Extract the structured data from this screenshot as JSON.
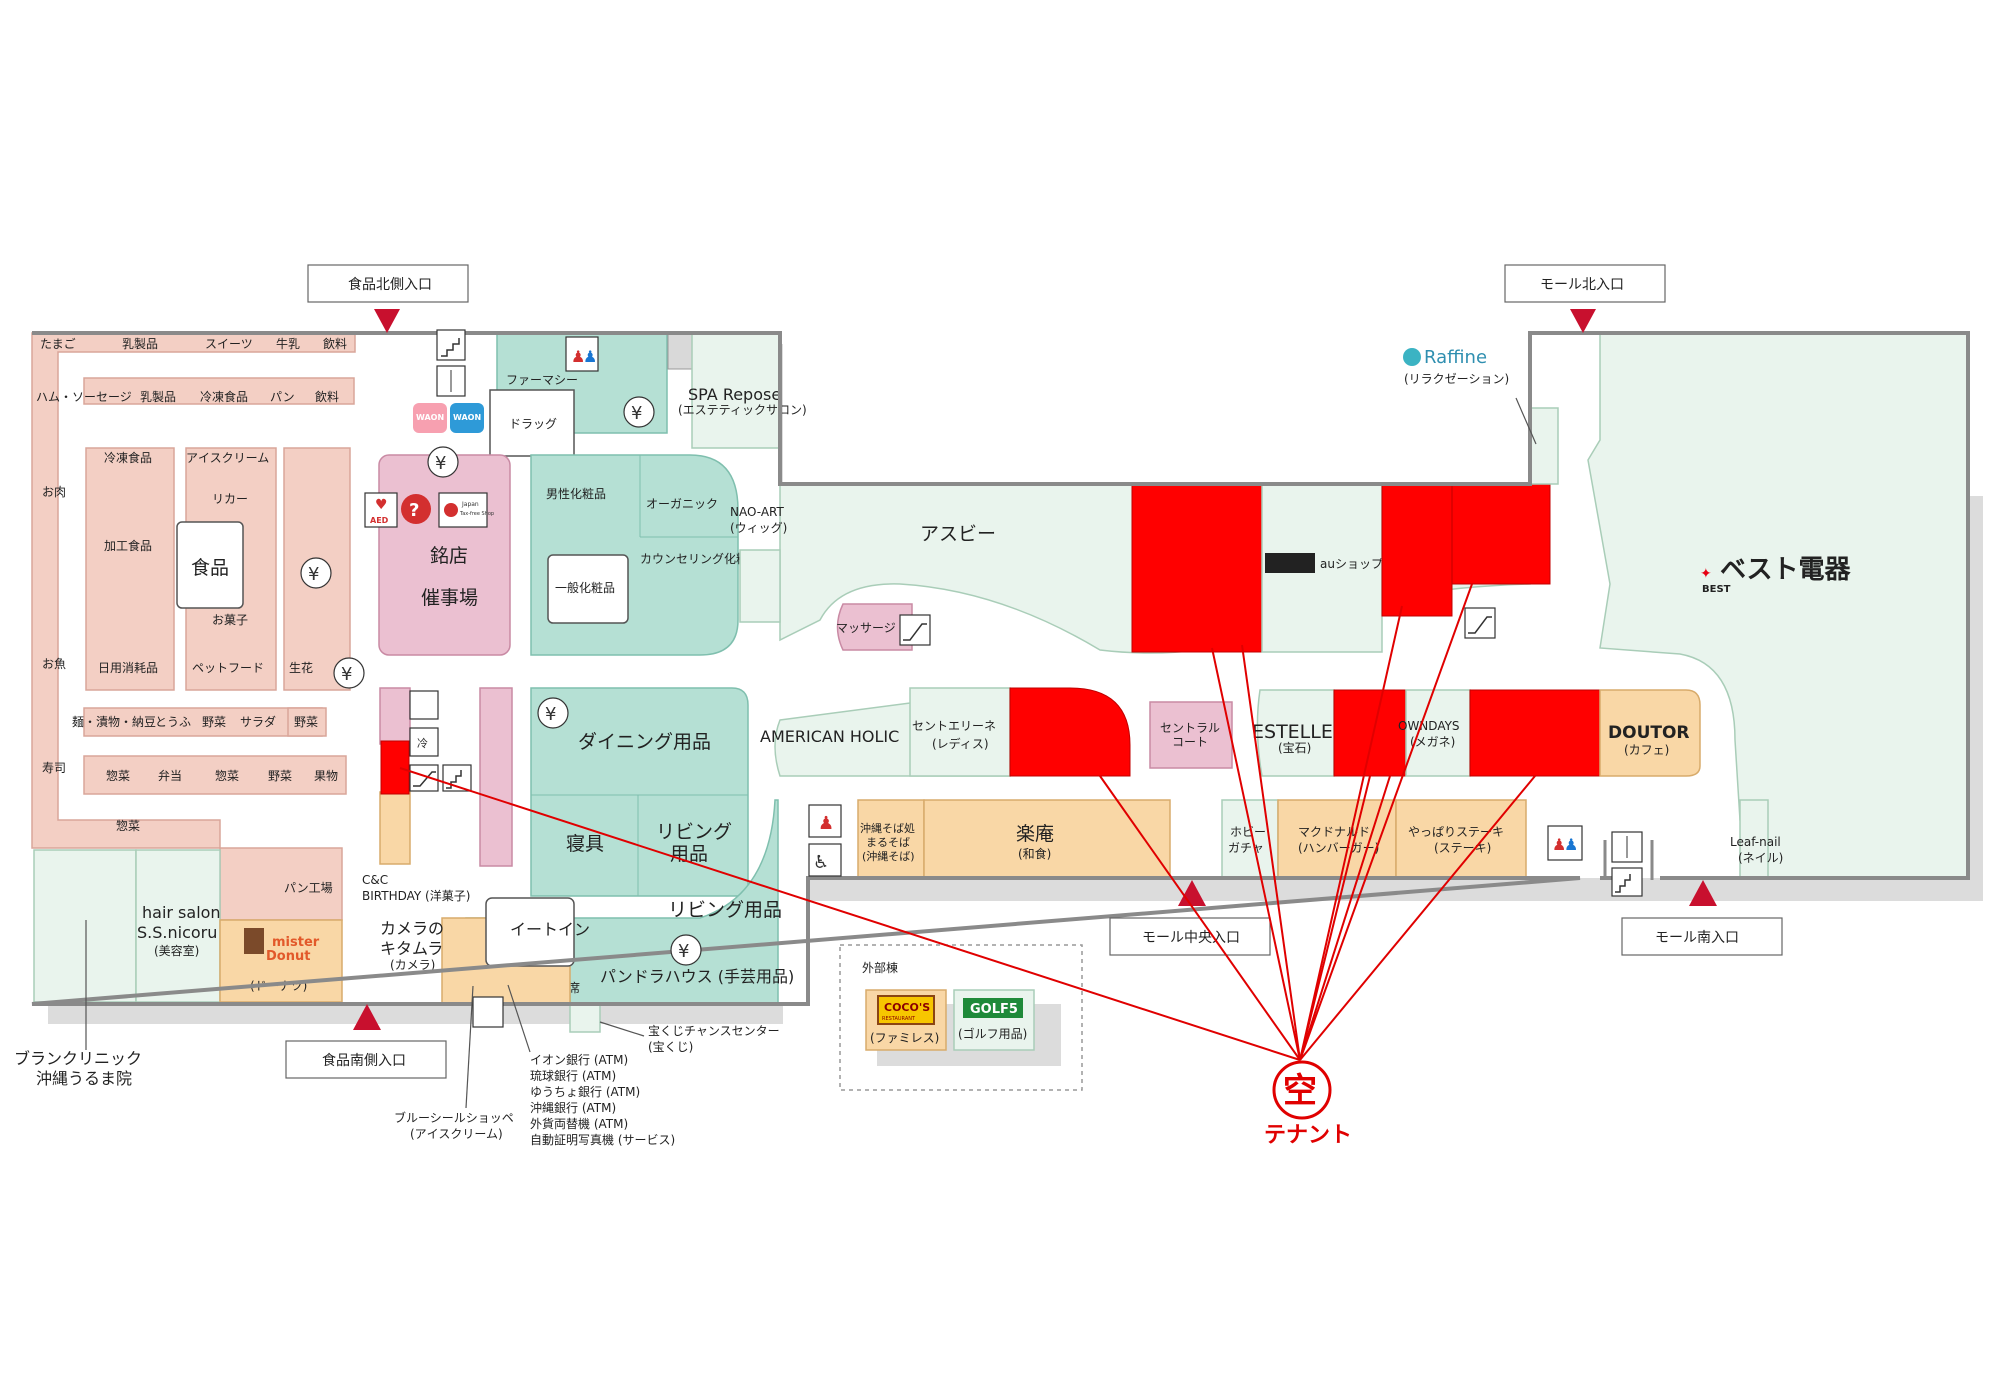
{
  "entrances": {
    "food_north": "食品北側入口",
    "mall_north": "モール北入口",
    "mall_center": "モール中央入口",
    "mall_south": "モール南入口",
    "food_south": "食品南側入口"
  },
  "food_section": {
    "top_row": [
      "たまご",
      "乳製品",
      "スイーツ",
      "牛乳",
      "飲料"
    ],
    "second_row": [
      "ハム・ソーセージ",
      "乳製品",
      "冷凍食品",
      "パン",
      "飲料"
    ],
    "col1": [
      "冷凍食品",
      "加工食品",
      "日用消耗品"
    ],
    "col2": [
      "アイスクリーム",
      "リカー",
      "お菓子",
      "ペットフード"
    ],
    "center_label": "食品",
    "fresh": "生花",
    "left_side": [
      "お肉",
      "お魚",
      "寿司"
    ],
    "row_a": [
      "麺・漬物・納豆",
      "とうふ",
      "野菜",
      "サラダ",
      "野菜"
    ],
    "row_b": [
      "惣菜",
      "弁当",
      "惣菜",
      "野菜",
      "果物"
    ],
    "souzai": "惣菜",
    "bakery": "パン工場"
  },
  "stores": {
    "pharmacy": "ファーマシー",
    "drug": "ドラッグ",
    "spa": "SPA Repose",
    "spa_sub": "(エステティックサロン)",
    "meiten1": "銘店",
    "meiten2": "催事場",
    "mens_cosme": "男性化粧品",
    "organic": "オーガニック",
    "counseling": "カウンセリング化粧品",
    "general_cosme": "一般化粧品",
    "nao_art": "NAO-ART",
    "nao_art_sub": "(ウィッグ)",
    "asbee": "アスビー",
    "massage": "マッサージ",
    "raffine_sub": "(リラクゼーション)",
    "raffine": "Raffine",
    "au": "auショップ",
    "best_denki": "ベスト電器",
    "best_small": "BEST",
    "dining": "ダイニング用品",
    "bedding": "寝具",
    "living1": "リビング",
    "living1b": "用品",
    "living2": "リビング用品",
    "american_holic": "AMERICAN HOLIC",
    "centre_ne": "セントエリーネ",
    "centre_ne_sub": "(レディス)",
    "central_court1": "セントラル",
    "central_court2": "コート",
    "estelle": "ESTELLE",
    "estelle_sub": "(宝石)",
    "owndays": "OWNDAYS",
    "owndays_sub": "(メガネ)",
    "doutor": "DOUTOR",
    "doutor_sub": "(カフェ)",
    "okinawa_soba1": "沖縄そば処",
    "okinawa_soba2": "まるそば",
    "okinawa_soba3": "(沖縄そば)",
    "rakuan": "楽庵",
    "rakuan_sub": "(和食)",
    "hobby1": "ホビー",
    "hobby2": "ガチャ",
    "mcd": "マクドナルド",
    "mcd_sub": "(ハンバーガー)",
    "yappari": "やっぱりステーキ",
    "yappari_sub": "(ステーキ)",
    "leaf_nail": "Leaf-nail",
    "leaf_nail_sub": "(ネイル)",
    "cc_birthday1": "C&C",
    "cc_birthday2": "BIRTHDAY (洋菓子)",
    "camera1": "カメラの",
    "camera2": "キタムラ",
    "camera3": "(カメラ)",
    "eat_in": "イートイン",
    "kyakuseki": "客席",
    "pandora": "パンドラハウス (手芸用品)",
    "hair1": "hair salon",
    "hair2": "S.S.nicoru",
    "hair3": "(美容室)",
    "mister1": "mister",
    "mister2": "Donut",
    "mister_sub": "(ドーナツ)",
    "takarakuji": "宝くじチャンスセンター",
    "takarakuji_sub": "(宝くじ)",
    "gaibu": "外部棟",
    "cocos": "COCO'S",
    "cocos_small": "RESTAURANT",
    "cocos_sub": "(ファミレス)",
    "golf5": "GOLF5",
    "golf5_sub": "(ゴルフ用品)"
  },
  "callouts": {
    "clinic1": "ブランクリニック",
    "clinic2": "沖縄うるま院",
    "blue_seal1": "ブルーシールショッペ",
    "blue_seal2": "(アイスクリーム)",
    "atm_list": [
      "イオン銀行 (ATM)",
      "琉球銀行 (ATM)",
      "ゆうちょ銀行 (ATM)",
      "沖縄銀行 (ATM)",
      "外貨両替機 (ATM)",
      "自動証明写真機 (サービス)"
    ]
  },
  "icons": {
    "yen": "¥",
    "info": "?",
    "aed": "AED",
    "waon1": "WAON",
    "waon2": "WAON",
    "japan_taxfree1": "Japan",
    "japan_taxfree2": "Tax-free Shop",
    "cold": "冷",
    "escalator": "escalator-icon",
    "elevator": "elevator-icon",
    "restroom": "restroom-icon",
    "wheelchair": "wheelchair-icon",
    "stairs": "stairs-icon",
    "locker": "locker-icon"
  },
  "vacant": {
    "mark": "空",
    "label": "テナント"
  },
  "colors": {
    "vacant": "#ff0000",
    "entrance_marker": "#c8102e",
    "food_area": "#f3cfc4",
    "service_area": "#b5e0d4",
    "restaurant_area": "#f9d7a6",
    "event_area": "#ebc0d1",
    "mall_corridor": "#e9f4ed"
  }
}
